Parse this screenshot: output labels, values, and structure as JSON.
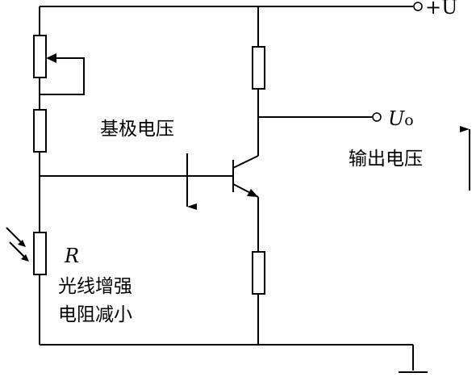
{
  "supply": {
    "label": "+U"
  },
  "output": {
    "symbol": "U",
    "subscript": "o",
    "caption": "输出电压"
  },
  "base": {
    "caption": "基极电压"
  },
  "photoresistor": {
    "symbol": "R",
    "caption_line1": "光线增强",
    "caption_line2": "电阻减小"
  }
}
